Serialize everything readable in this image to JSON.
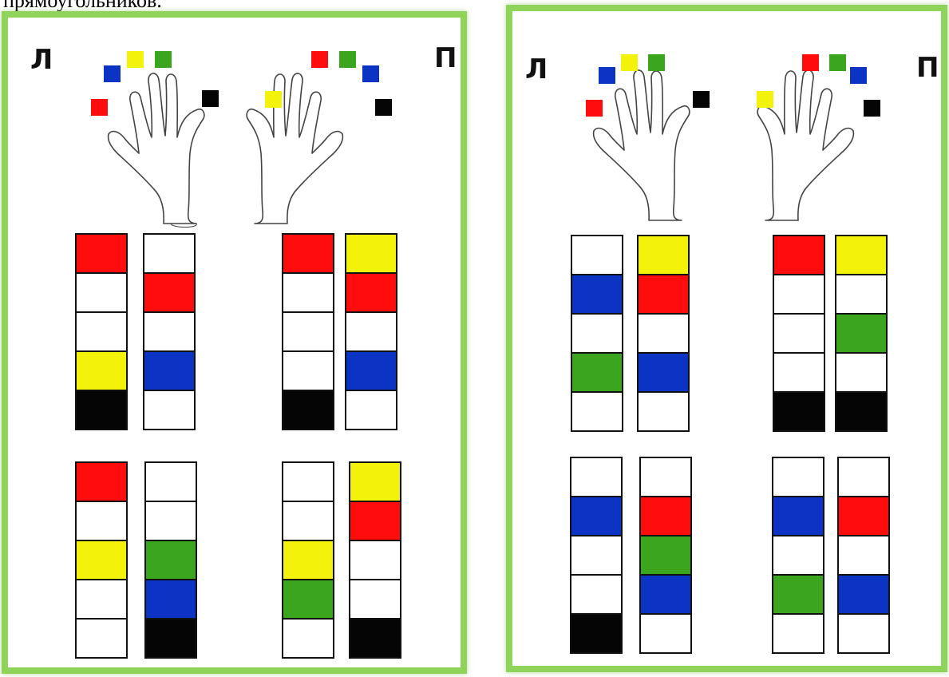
{
  "caption": "прямоугольников.",
  "colors": {
    "R": "#ff0d0d",
    "Y": "#f2f20a",
    "G": "#3ca51e",
    "B": "#0c34c4",
    "K": "#050505",
    "W": "#ffffff",
    "frame": "#8fd35a"
  },
  "cards": [
    {
      "left_label": "Л",
      "right_label": "П",
      "left_hand_markers": [
        "R",
        "B",
        "Y",
        "G",
        "K"
      ],
      "right_hand_markers": [
        "Y",
        "R",
        "G",
        "B",
        "K"
      ],
      "patterns": [
        [
          [
            "R",
            "W",
            "W",
            "Y",
            "K"
          ],
          [
            "W",
            "R",
            "W",
            "B",
            "W"
          ]
        ],
        [
          [
            "R",
            "W",
            "W",
            "W",
            "K"
          ],
          [
            "Y",
            "R",
            "W",
            "B",
            "W"
          ]
        ],
        [
          [
            "R",
            "W",
            "Y",
            "W",
            "W"
          ],
          [
            "W",
            "W",
            "G",
            "B",
            "K"
          ]
        ],
        [
          [
            "W",
            "W",
            "Y",
            "G",
            "W"
          ],
          [
            "Y",
            "R",
            "W",
            "W",
            "K"
          ]
        ]
      ]
    },
    {
      "left_label": "Л",
      "right_label": "П",
      "left_hand_markers": [
        "R",
        "B",
        "Y",
        "G",
        "K"
      ],
      "right_hand_markers": [
        "Y",
        "R",
        "G",
        "B",
        "K"
      ],
      "patterns": [
        [
          [
            "W",
            "B",
            "W",
            "G",
            "W"
          ],
          [
            "Y",
            "R",
            "W",
            "B",
            "W"
          ]
        ],
        [
          [
            "R",
            "W",
            "W",
            "W",
            "K"
          ],
          [
            "Y",
            "W",
            "G",
            "W",
            "K"
          ]
        ],
        [
          [
            "W",
            "B",
            "W",
            "W",
            "K"
          ],
          [
            "W",
            "R",
            "G",
            "B",
            "W"
          ]
        ],
        [
          [
            "W",
            "B",
            "W",
            "G",
            "W"
          ],
          [
            "W",
            "R",
            "W",
            "B",
            "W"
          ]
        ]
      ]
    }
  ]
}
